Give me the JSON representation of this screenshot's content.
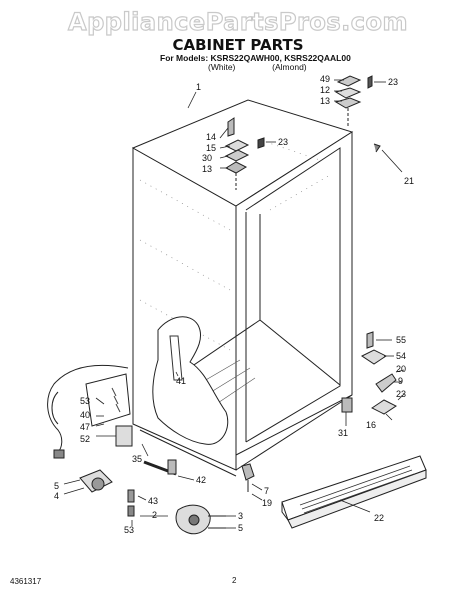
{
  "watermark": "AppliancePartsPros.com",
  "title": "CABINET PARTS",
  "models_line": "For Models: KSRS22QAWH00, KSRS22QAAL00",
  "color_white": "(White)",
  "color_almond": "(Almond)",
  "footer_code": "4361317",
  "page_number": "2",
  "callouts": [
    {
      "id": "c1",
      "text": "1"
    },
    {
      "id": "c49",
      "text": "49"
    },
    {
      "id": "c12a",
      "text": "12"
    },
    {
      "id": "c13a",
      "text": "13"
    },
    {
      "id": "c23a",
      "text": "23"
    },
    {
      "id": "c14",
      "text": "14"
    },
    {
      "id": "c15",
      "text": "15"
    },
    {
      "id": "c30",
      "text": "30"
    },
    {
      "id": "c13b",
      "text": "13"
    },
    {
      "id": "c23b",
      "text": "23"
    },
    {
      "id": "c21",
      "text": "21"
    },
    {
      "id": "c55",
      "text": "55"
    },
    {
      "id": "c54",
      "text": "54"
    },
    {
      "id": "c20",
      "text": "20"
    },
    {
      "id": "c9",
      "text": "9"
    },
    {
      "id": "c23c",
      "text": "23"
    },
    {
      "id": "c16",
      "text": "16"
    },
    {
      "id": "c31",
      "text": "31"
    },
    {
      "id": "c41",
      "text": "41"
    },
    {
      "id": "c53a",
      "text": "53"
    },
    {
      "id": "c40",
      "text": "40"
    },
    {
      "id": "c47",
      "text": "47"
    },
    {
      "id": "c52",
      "text": "52"
    },
    {
      "id": "c35",
      "text": "35"
    },
    {
      "id": "c42",
      "text": "42"
    },
    {
      "id": "c5a",
      "text": "5"
    },
    {
      "id": "c4",
      "text": "4"
    },
    {
      "id": "c43",
      "text": "43"
    },
    {
      "id": "c2",
      "text": "2"
    },
    {
      "id": "c53b",
      "text": "53"
    },
    {
      "id": "c3",
      "text": "3"
    },
    {
      "id": "c5b",
      "text": "5"
    },
    {
      "id": "c7",
      "text": "7"
    },
    {
      "id": "c19",
      "text": "19"
    },
    {
      "id": "c22",
      "text": "22"
    }
  ]
}
